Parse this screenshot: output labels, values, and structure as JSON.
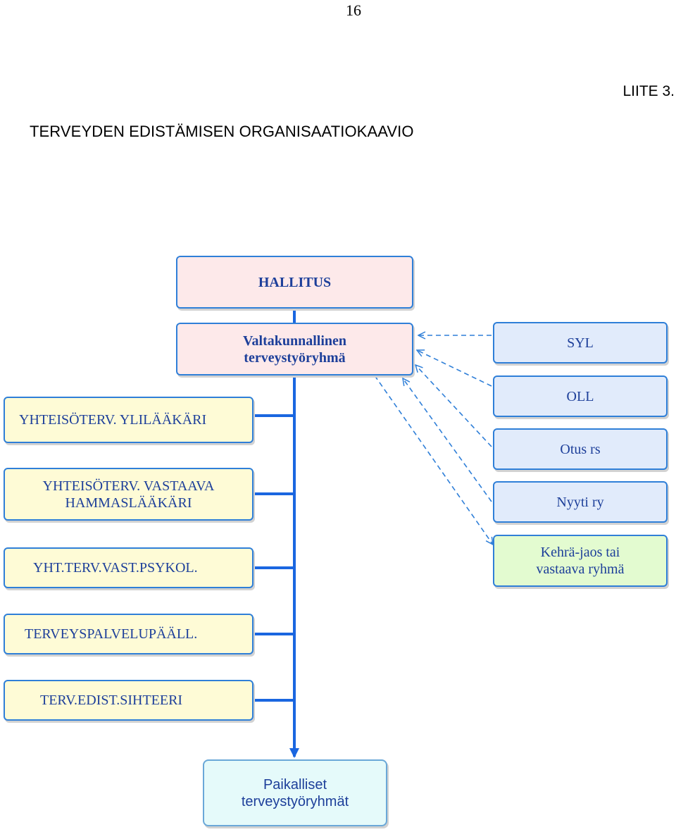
{
  "page_number": "16",
  "appendix_label": "LIITE 3.",
  "title": "TERVEYDEN EDISTÄMISEN ORGANISAATIOKAAVIO",
  "boxes": {
    "hallitus": "HALLITUS",
    "valtakunnallinen": "Valtakunnallinen\nterveystyöryhmä",
    "ylilaakari": "YHTEISÖTERV.  YLILÄÄKÄRI",
    "hammaslaakari": "YHTEISÖTERV. VASTAAVA\nHAMMASLÄÄKÄRI",
    "psykologi": "YHT.TERV.VAST.PSYKOL.",
    "palvelupaallikko": "TERVEYSPALVELUPÄÄLL.",
    "sihteeri": "TERV.EDIST.SIHTEERI",
    "syl": "SYL",
    "oll": "OLL",
    "otus": "Otus rs",
    "nyyti": "Nyyti ry",
    "kehra": "Kehrä-jaos tai\nvastaava ryhmä",
    "paikalliset": "Paikalliset\nterveystyöryhmät"
  },
  "colors": {
    "border": "#2f7fd8",
    "main_line": "#1a66e0",
    "dashed_line": "#2f7fd8",
    "pink_fill": "#fde9ea",
    "yellow_fill": "#fefbd6",
    "blue_fill": "#e1ebfb",
    "green_fill": "#e3fbd0",
    "cyan_fill": "#e5fafa",
    "text": "#1d3f9a"
  }
}
